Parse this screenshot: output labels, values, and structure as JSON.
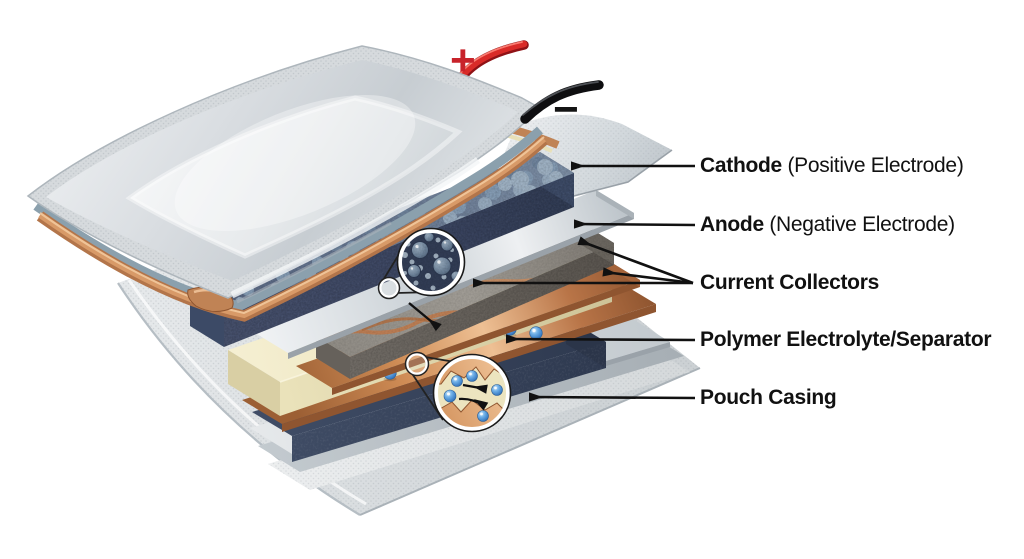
{
  "diagram": {
    "terminals": {
      "positive_symbol": "+",
      "negative_symbol": "−"
    },
    "labels": [
      {
        "bold": "Cathode",
        "rest": " (Positive Electrode)"
      },
      {
        "bold": "Anode",
        "rest": " (Negative Electrode)"
      },
      {
        "bold": "Current Collectors",
        "rest": ""
      },
      {
        "bold": "Polymer Electrolyte/Separator",
        "rest": ""
      },
      {
        "bold": "Pouch Casing",
        "rest": ""
      }
    ],
    "colors": {
      "background": "#ffffff",
      "label_text": "#111111",
      "positive": "#c8232b",
      "negative": "#141414",
      "pouch_silver": "#d9dde0",
      "copper": "#c08355",
      "cathode_blue": "#5c6c86",
      "anode_gray": "#8f8b84",
      "separator_cream": "#ece4bd",
      "ion_blue": "#3c7fc6",
      "arrow_black": "#111111"
    }
  }
}
